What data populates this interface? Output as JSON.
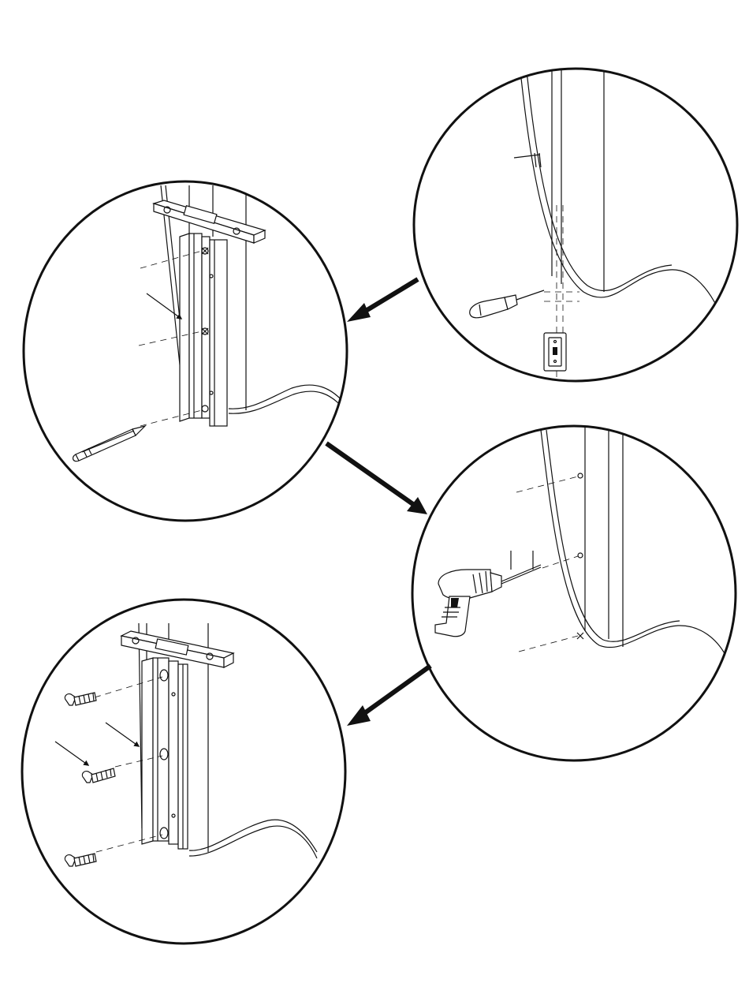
{
  "figure": {
    "description_hidden": "",
    "steps": [
      {
        "id": "step-1",
        "tools": [
          "screwdriver-icon",
          "light-switch-icon",
          "pencil-mark-icon"
        ]
      },
      {
        "id": "step-2",
        "tools": [
          "level-icon",
          "pencil-icon",
          "track-rail-icon"
        ]
      },
      {
        "id": "step-3",
        "tools": [
          "drill-icon"
        ]
      },
      {
        "id": "step-4",
        "tools": [
          "level-icon",
          "screw-icon",
          "track-rail-icon"
        ]
      }
    ],
    "colors": {
      "ink": "#111111",
      "paper": "#ffffff"
    }
  }
}
